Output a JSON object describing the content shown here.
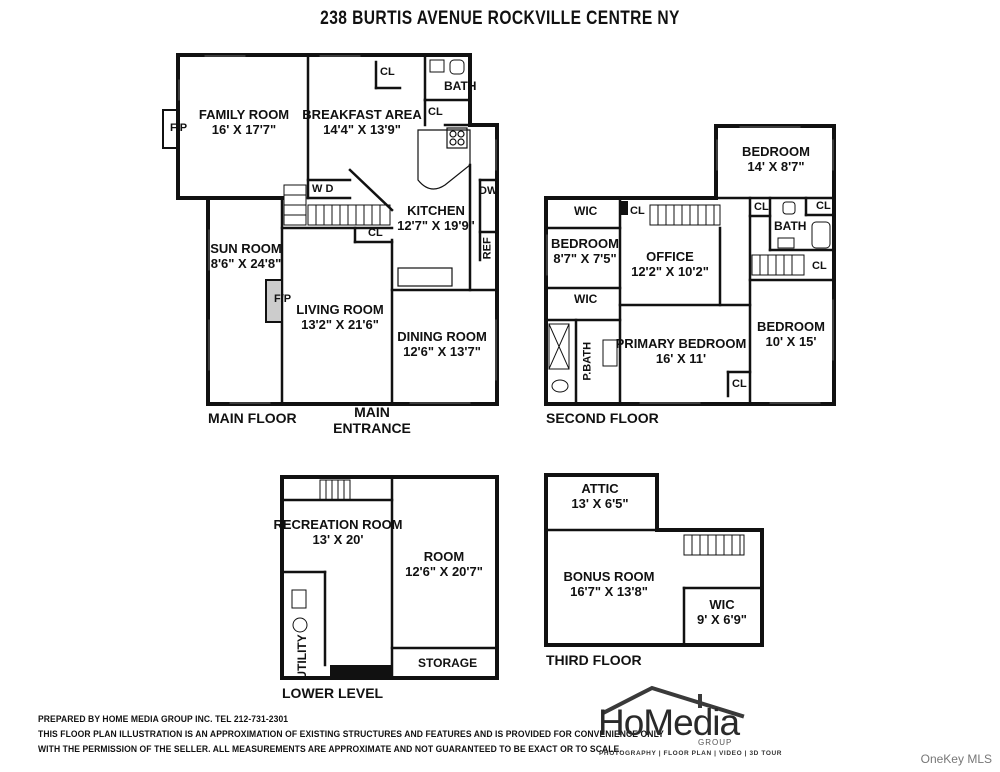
{
  "title": "238 BURTIS AVENUE ROCKVILLE CENTRE NY",
  "main_floor": {
    "label": "MAIN FLOOR",
    "entrance": [
      "MAIN",
      "ENTRANCE"
    ],
    "rooms": {
      "family_room": {
        "name": "FAMILY ROOM",
        "dim": "16' X 17'7\""
      },
      "breakfast_area": {
        "name": "BREAKFAST AREA",
        "dim": "14'4\" X 13'9\""
      },
      "kitchen": {
        "name": "KITCHEN",
        "dim": "12'7\" X 19'9\""
      },
      "sun_room": {
        "name": "SUN ROOM",
        "dim": "8'6\" X 24'8\""
      },
      "living_room": {
        "name": "LIVING ROOM",
        "dim": "13'2\" X 21'6\""
      },
      "dining_room": {
        "name": "DINING ROOM",
        "dim": "12'6\" X 13'7\""
      },
      "bath": "BATH",
      "cl1": "CL",
      "cl2": "CL",
      "cl3": "CL",
      "fp1": "F/P",
      "fp2": "F/P",
      "wd": "W D",
      "dw": "DW",
      "ref": "REF"
    }
  },
  "second_floor": {
    "label": "SECOND FLOOR",
    "rooms": {
      "bedroom_top": {
        "name": "BEDROOM",
        "dim": "14' X 8'7\""
      },
      "wic1": "WIC",
      "bedroom_left": {
        "name": "BEDROOM",
        "dim": "8'7\" X 7'5\""
      },
      "office": {
        "name": "OFFICE",
        "dim": "12'2\" X 10'2\""
      },
      "bath": "BATH",
      "wic2": "WIC",
      "pbath": "P.BATH",
      "primary_bedroom": {
        "name": "PRIMARY BEDROOM",
        "dim": "16' X 11'"
      },
      "bedroom_right": {
        "name": "BEDROOM",
        "dim": "10' X 15'"
      },
      "cl1": "CL",
      "cl2": "CL",
      "cl3": "CL",
      "cl4": "CL",
      "cl5": "CL"
    }
  },
  "lower_level": {
    "label": "LOWER LEVEL",
    "rooms": {
      "recreation_room": {
        "name": "RECREATION ROOM",
        "dim": "13' X 20'"
      },
      "room": {
        "name": "ROOM",
        "dim": "12'6\" X 20'7\""
      },
      "utility": "UTILITY",
      "storage": "STORAGE"
    }
  },
  "third_floor": {
    "label": "THIRD FLOOR",
    "rooms": {
      "attic": {
        "name": "ATTIC",
        "dim": "13' X 6'5\""
      },
      "bonus_room": {
        "name": "BONUS ROOM",
        "dim": "16'7\" X 13'8\""
      },
      "wic": {
        "name": "WIC",
        "dim": "9' X 6'9\""
      }
    }
  },
  "footer": {
    "line1": "PREPARED BY  HOME MEDIA GROUP INC.  TEL 212-731-2301",
    "line2": "THIS FLOOR PLAN ILLUSTRATION IS AN APPROXIMATION OF EXISTING STRUCTURES AND FEATURES AND IS PROVIDED FOR CONVENIENCE ONLY",
    "line3": "WITH THE PERMISSION OF THE SELLER. ALL MEASUREMENTS ARE APPROXIMATE AND NOT GUARANTEED TO BE EXACT OR TO SCALE."
  },
  "brand": {
    "name": "HoMedia",
    "sub": "GROUP",
    "tagline": "PHOTOGRAPHY | FLOOR PLAN | VIDEO | 3D TOUR"
  },
  "watermark": "OneKey MLS"
}
